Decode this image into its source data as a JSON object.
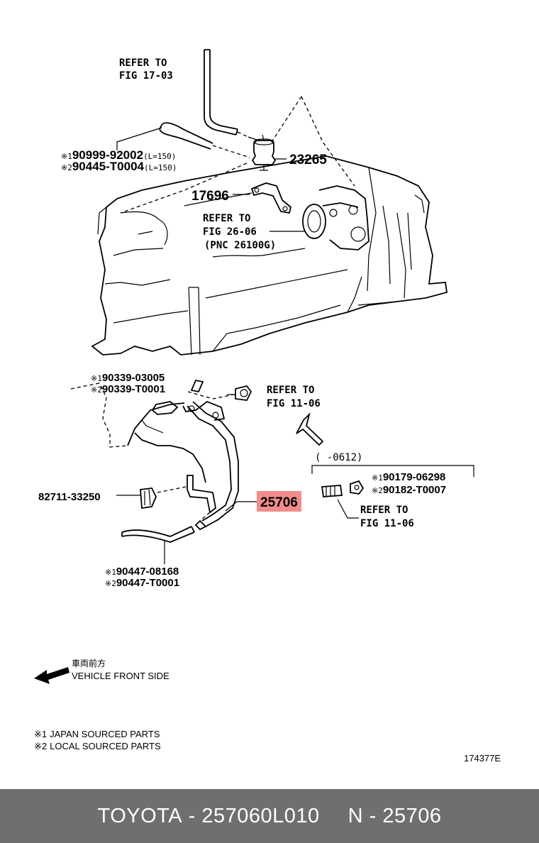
{
  "callouts": {
    "refer_fig_17_03": [
      "REFER TO",
      "FIG 17-03"
    ],
    "hose_upper": {
      "line1_mark": "※1",
      "line1_pn": "90999-92002",
      "line1_len": "(L=150)",
      "line2_mark": "※2",
      "line2_pn": "90445-T0004",
      "line2_len": "(L=150)"
    },
    "valve_pn": "23265",
    "bracket_pn": "17696",
    "refer_fig_26_06": [
      "REFER TO",
      "FIG 26-06",
      "(PNC 26100G)"
    ],
    "hose_small": {
      "line1_mark": "※1",
      "line1_pn": "90339-03005",
      "line2_mark": "※2",
      "line2_pn": "90339-T0001"
    },
    "refer_fig_11_06_top": [
      "REFER TO",
      "FIG 11-06"
    ],
    "date_range": "(    -0612)",
    "stud": {
      "line1_mark": "※1",
      "line1_pn": "90179-06298",
      "line2_mark": "※2",
      "line2_pn": "90182-T0007"
    },
    "refer_fig_11_06_bottom": [
      "REFER TO",
      "FIG 11-06"
    ],
    "clip_pn": "82711-33250",
    "highlight_pn": "25706",
    "hose_lower": {
      "line1_mark": "※1",
      "line1_pn": "90447-08168",
      "line2_mark": "※2",
      "line2_pn": "90447-T0001"
    }
  },
  "direction": {
    "jp": "車両前方",
    "en": "VEHICLE FRONT SIDE"
  },
  "legend": [
    {
      "mark": "※1",
      "text": "JAPAN SOURCED PARTS"
    },
    {
      "mark": "※2",
      "text": "LOCAL SOURCED PARTS"
    }
  ],
  "illustration_id": "174377E",
  "footer": {
    "brand": "TOYOTA",
    "part_number": "257060L010",
    "ref": "N - 25706",
    "separator": " - "
  },
  "colors": {
    "highlight": "#f28c8c",
    "footer_bg": "#6f6f6f"
  }
}
